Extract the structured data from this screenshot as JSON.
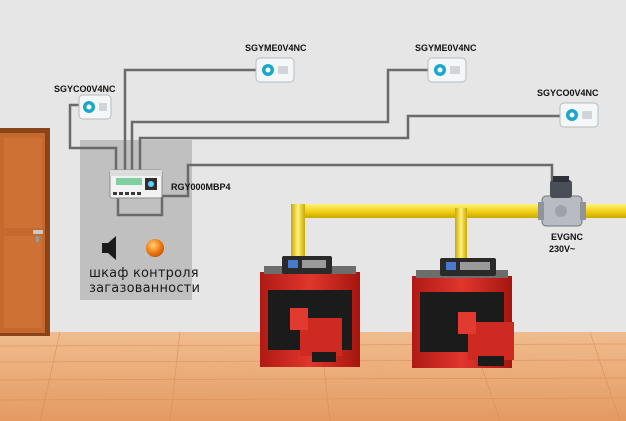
{
  "labels": {
    "sensor_left": "SGYCO0V4NC",
    "sensor_mid1": "SGYME0V4NC",
    "sensor_mid2": "SGYME0V4NC",
    "sensor_right": "SGYCO0V4NC",
    "controller": "RGY000MBP4",
    "valve_line1": "EVGNC",
    "valve_line2": "230V~"
  },
  "cabinet": {
    "line1": "шкаф контроля",
    "line2": "загазованности"
  },
  "colors": {
    "wall": "#e3e3e3",
    "floor": "#e8a878",
    "gas_pipe": "#f3d21a",
    "boiler": "#d42a22",
    "cable": "#6a6a6a",
    "cabinet": "#bdbdbd",
    "door": "#c56a2e"
  }
}
